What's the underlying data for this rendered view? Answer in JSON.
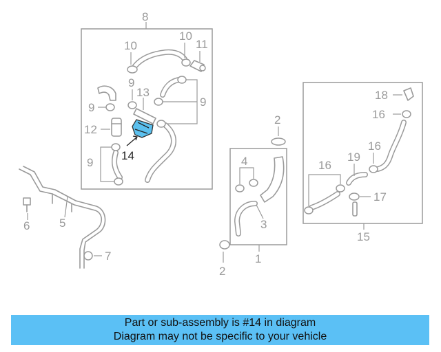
{
  "callouts": {
    "c1": "1",
    "c2a": "2",
    "c2b": "2",
    "c3": "3",
    "c4": "4",
    "c5": "5",
    "c6": "6",
    "c7": "7",
    "c8": "8",
    "c9a": "9",
    "c9b": "9",
    "c9c": "9",
    "c9d": "9",
    "c10a": "10",
    "c10b": "10",
    "c11": "11",
    "c12": "12",
    "c13": "13",
    "c14": "14",
    "c15": "15",
    "c16a": "16",
    "c16b": "16",
    "c16c": "16",
    "c17": "17",
    "c18": "18",
    "c19": "19"
  },
  "highlight": {
    "part_number": "14",
    "color": "#5bc0ee"
  },
  "caption": {
    "line1": "Part or sub-assembly is #14 in diagram",
    "line2": "Diagram may not be specific to your vehicle",
    "background": "#5bc0f5"
  }
}
